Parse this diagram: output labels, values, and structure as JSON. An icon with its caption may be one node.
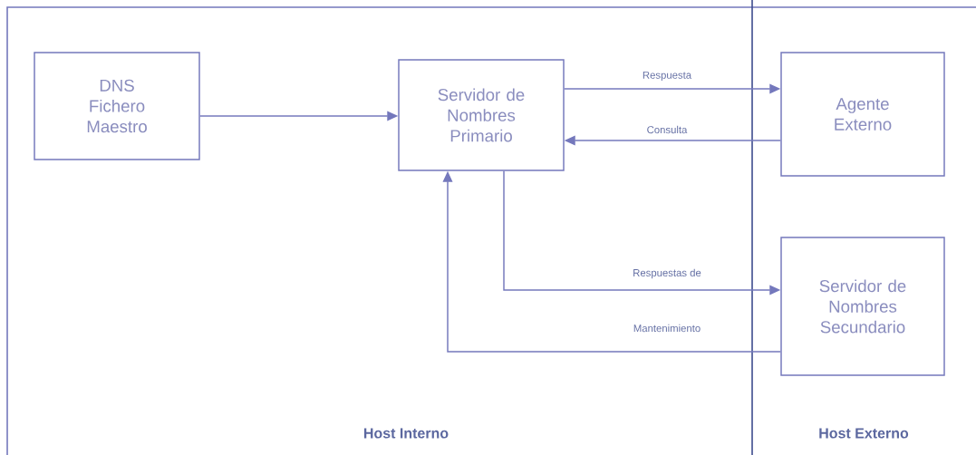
{
  "diagram": {
    "nodes": [
      {
        "text": [
          "DNS Fichero Maestro"
        ]
      },
      {
        "text": [
          "Servidor de Nombres Primario"
        ]
      },
      {
        "text": [
          "Agente Externo"
        ]
      },
      {
        "text": [
          "Servidor de Nombres Secundario"
        ]
      }
    ],
    "edges": [
      {
        "from": 0,
        "to": 1,
        "arrow": "to"
      },
      {
        "from": 1,
        "to": 2,
        "arrow": "to",
        "label": "Respuesta"
      },
      {
        "from": 2,
        "to": 1,
        "arrow": "to",
        "label": "Consulta"
      },
      {
        "from": 1,
        "to": 3,
        "arrow": "to",
        "label": "Respuestas de"
      },
      {
        "from": 3,
        "to": 1,
        "arrow": "to",
        "label": "Mantenimiento"
      }
    ],
    "labels": [
      "Host Interno",
      "Host Externo"
    ]
  }
}
